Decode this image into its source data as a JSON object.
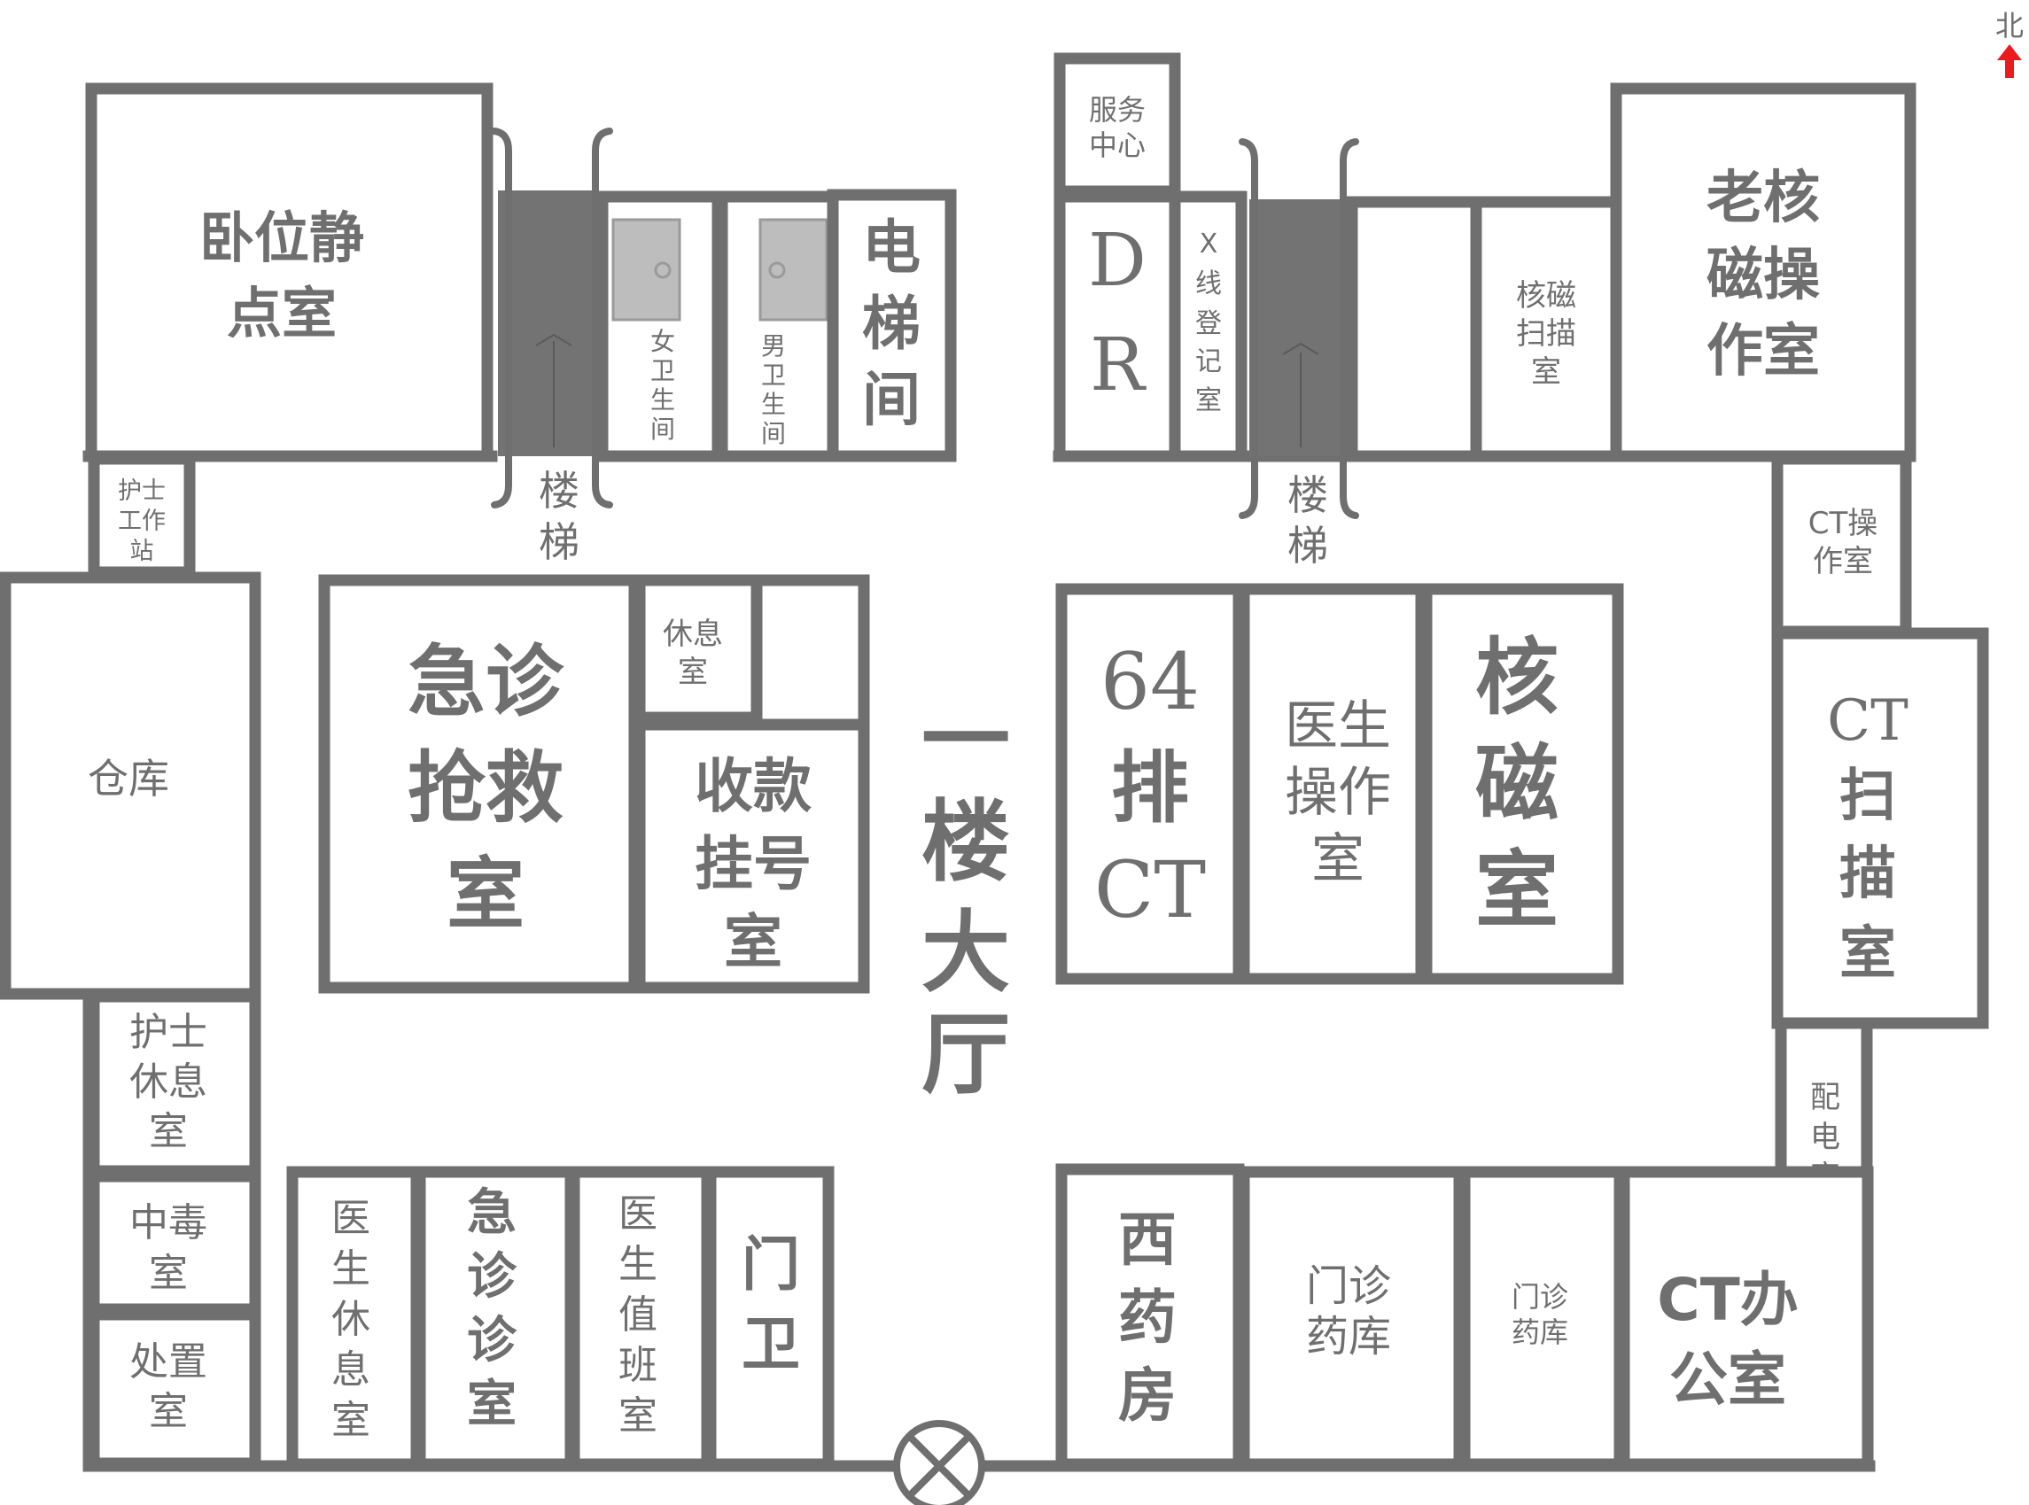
{
  "compass": {
    "label": "北",
    "color": "#e81c1c"
  },
  "map": {
    "wall_color": "#6f6f6f",
    "stair_color": "#737373",
    "entrance_icon": "entrance-cross-icon"
  },
  "rooms": {
    "bed_ecg": [
      "卧位静",
      "点室"
    ],
    "nurse_station": [
      "护士",
      "工作",
      "站"
    ],
    "stairs_w": [
      "楼",
      "梯"
    ],
    "toilet_f": [
      "女",
      "卫",
      "生",
      "间"
    ],
    "toilet_m": [
      "男",
      "卫",
      "生",
      "间"
    ],
    "elevator": [
      "电",
      "梯",
      "间"
    ],
    "service": [
      "服务",
      "中心"
    ],
    "dr": [
      "D",
      "R"
    ],
    "xray_reg": [
      "X",
      "线",
      "登",
      "记",
      "室"
    ],
    "stairs_e": [
      "楼",
      "梯"
    ],
    "mri_scan": [
      "核磁",
      "扫描",
      "室"
    ],
    "old_mri_op": [
      "老核",
      "磁操",
      "作室"
    ],
    "ct_op": [
      "CT操",
      "作室"
    ],
    "storage": "仓库",
    "emergency_rescue": [
      "急诊",
      "抢救",
      "室"
    ],
    "rest": [
      "休息",
      "室"
    ],
    "cashier": [
      "收款",
      "挂号",
      "室"
    ],
    "lobby": [
      "一",
      "楼",
      "大",
      "厅"
    ],
    "ct64": [
      "64",
      "排",
      "CT"
    ],
    "doctor_op": [
      "医生",
      "操作",
      "室"
    ],
    "mri": [
      "核",
      "磁",
      "室"
    ],
    "ct_scan": [
      "CT",
      "扫",
      "描",
      "室"
    ],
    "nurse_rest": [
      "护士",
      "休息",
      "室"
    ],
    "poison": [
      "中毒",
      "室"
    ],
    "disposal": [
      "处置",
      "室"
    ],
    "doctor_rest": [
      "医",
      "生",
      "休",
      "息",
      "室"
    ],
    "emergency_clinic": [
      "急",
      "诊",
      "诊",
      "室"
    ],
    "duty": [
      "医",
      "生",
      "值",
      "班",
      "室"
    ],
    "guard": [
      "门",
      "卫"
    ],
    "west_pharmacy": [
      "西",
      "药",
      "房"
    ],
    "clinic_store_1": [
      "门诊",
      "药库"
    ],
    "clinic_store_2": [
      "门诊",
      "药库"
    ],
    "power": [
      "配",
      "电",
      "室"
    ],
    "ct_office": [
      "CT办",
      "公室"
    ]
  }
}
